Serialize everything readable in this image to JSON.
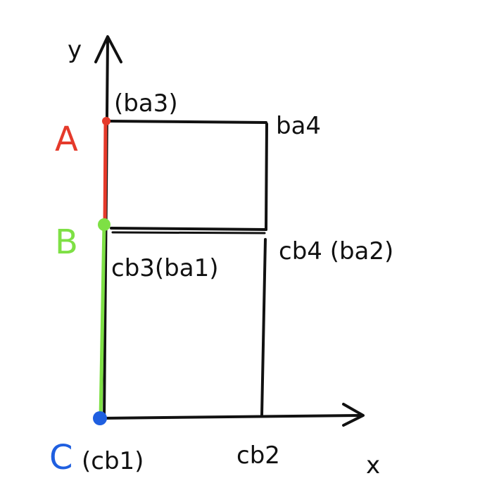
{
  "axes": {
    "x_label": "x",
    "y_label": "y"
  },
  "points": {
    "A": {
      "label": "A",
      "color": "#e53a2b"
    },
    "B": {
      "label": "B",
      "color": "#7ee045"
    },
    "C": {
      "label": "C",
      "color": "#1f5fe0"
    }
  },
  "labels": {
    "ba3": "(ba3)",
    "ba4": "ba4",
    "cb3": "cb3(ba1)",
    "cb4": "cb4 (ba2)",
    "cb1": "(cb1)",
    "cb2": "cb2"
  },
  "colors": {
    "ink": "#111111"
  }
}
